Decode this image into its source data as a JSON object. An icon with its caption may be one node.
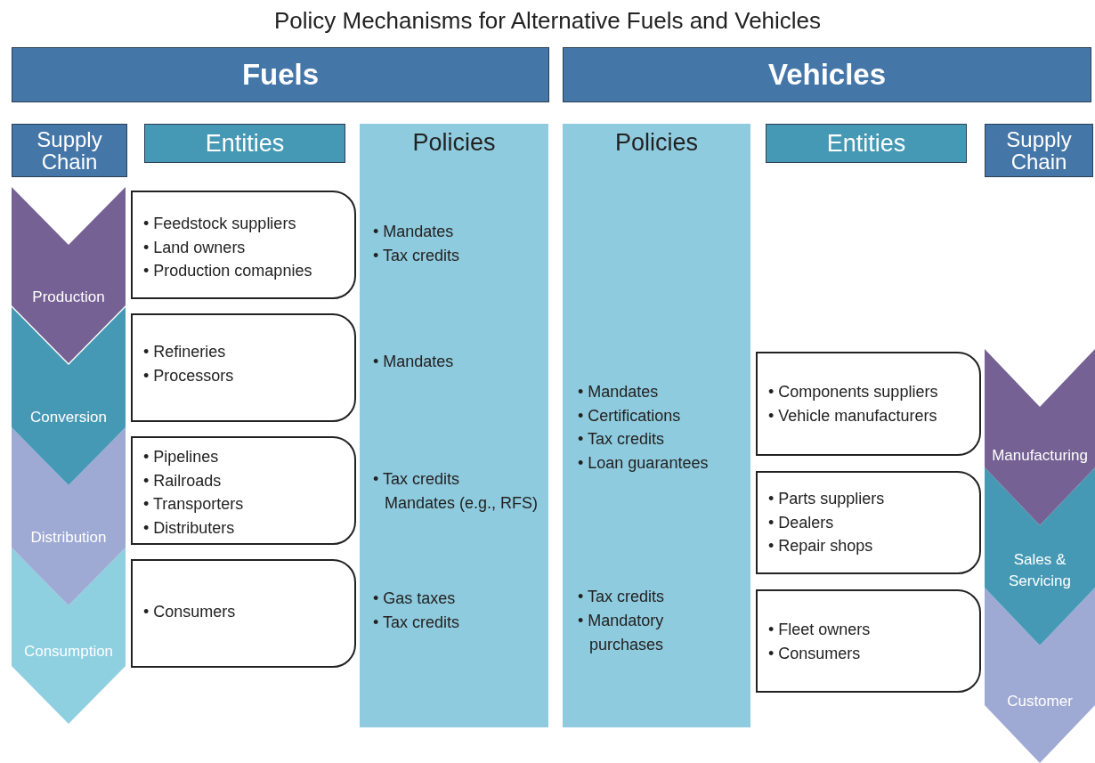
{
  "diagram": {
    "title": "Policy Mechanisms for Alternative Fuels and Vehicles",
    "nodes": [
      {
        "text": [
          "Fuels"
        ]
      },
      {
        "text": [
          "Vehicles"
        ]
      },
      {
        "text": [
          "Supply Chain"
        ]
      },
      {
        "text": [
          "Entities"
        ]
      },
      {
        "text": [
          "Policies",
          "• Mandates",
          "• Tax credits",
          "• Mandates",
          "• Tax credits",
          "Mandates (e.g., RFS)",
          "• Gas taxes",
          "• Tax credits"
        ]
      },
      {
        "text": [
          "Policies",
          "• Mandates",
          "• Certifications",
          "• Tax credits",
          "• Loan guarantees",
          "• Tax credits",
          "• Mandatory purchases"
        ]
      },
      {
        "text": [
          "Entities"
        ]
      },
      {
        "text": [
          "Supply Chain"
        ]
      },
      {
        "text": [
          "Production"
        ]
      },
      {
        "text": [
          "Conversion"
        ]
      },
      {
        "text": [
          "Distribution"
        ]
      },
      {
        "text": [
          "Consumption"
        ]
      },
      {
        "text": [
          "• Feedstock suppliers",
          "• Land owners",
          "• Production comapnies"
        ]
      },
      {
        "text": [
          "• Refineries",
          "• Processors"
        ]
      },
      {
        "text": [
          "• Pipelines",
          "• Railroads",
          "• Transporters",
          "• Distributers"
        ]
      },
      {
        "text": [
          "• Consumers"
        ]
      },
      {
        "text": [
          "• Components suppliers",
          "• Vehicle manufacturers"
        ]
      },
      {
        "text": [
          "• Parts suppliers",
          "• Dealers",
          "• Repair shops"
        ]
      },
      {
        "text": [
          "• Fleet owners",
          "• Consumers"
        ]
      },
      {
        "text": [
          "Manufacturing"
        ]
      },
      {
        "text": [
          "Sales & Servicing"
        ]
      },
      {
        "text": [
          "Customer"
        ]
      }
    ],
    "edges": []
  }
}
